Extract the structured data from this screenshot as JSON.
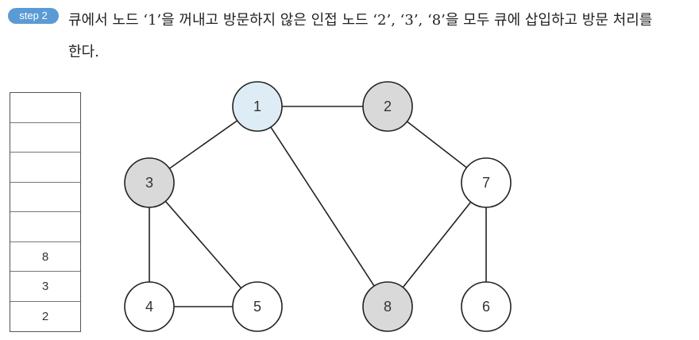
{
  "step": {
    "badge": "step 2",
    "lines": [
      "큐에서 노드 ‘1’을 꺼내고 방문하지 않은 인접 노드 ‘2’, ‘3’, ‘8’을 모두 큐에 삽입하고 방문 처리를",
      "한다."
    ]
  },
  "queue": {
    "cells": [
      "",
      "",
      "",
      "",
      "",
      "8",
      "3",
      "2"
    ]
  },
  "colors": {
    "current": "#deedf5",
    "visited": "#d9d9d9",
    "unvisited": "#ffffff",
    "badge": "#5b9bd5"
  },
  "graph": {
    "nodes": [
      {
        "id": "1",
        "state": "current"
      },
      {
        "id": "2",
        "state": "visited"
      },
      {
        "id": "3",
        "state": "visited"
      },
      {
        "id": "7",
        "state": "unvisited"
      },
      {
        "id": "4",
        "state": "unvisited"
      },
      {
        "id": "5",
        "state": "unvisited"
      },
      {
        "id": "8",
        "state": "visited"
      },
      {
        "id": "6",
        "state": "unvisited"
      }
    ],
    "edges": [
      [
        "1",
        "2"
      ],
      [
        "1",
        "3"
      ],
      [
        "1",
        "8"
      ],
      [
        "2",
        "7"
      ],
      [
        "3",
        "4"
      ],
      [
        "3",
        "5"
      ],
      [
        "4",
        "5"
      ],
      [
        "7",
        "8"
      ],
      [
        "7",
        "6"
      ]
    ]
  }
}
